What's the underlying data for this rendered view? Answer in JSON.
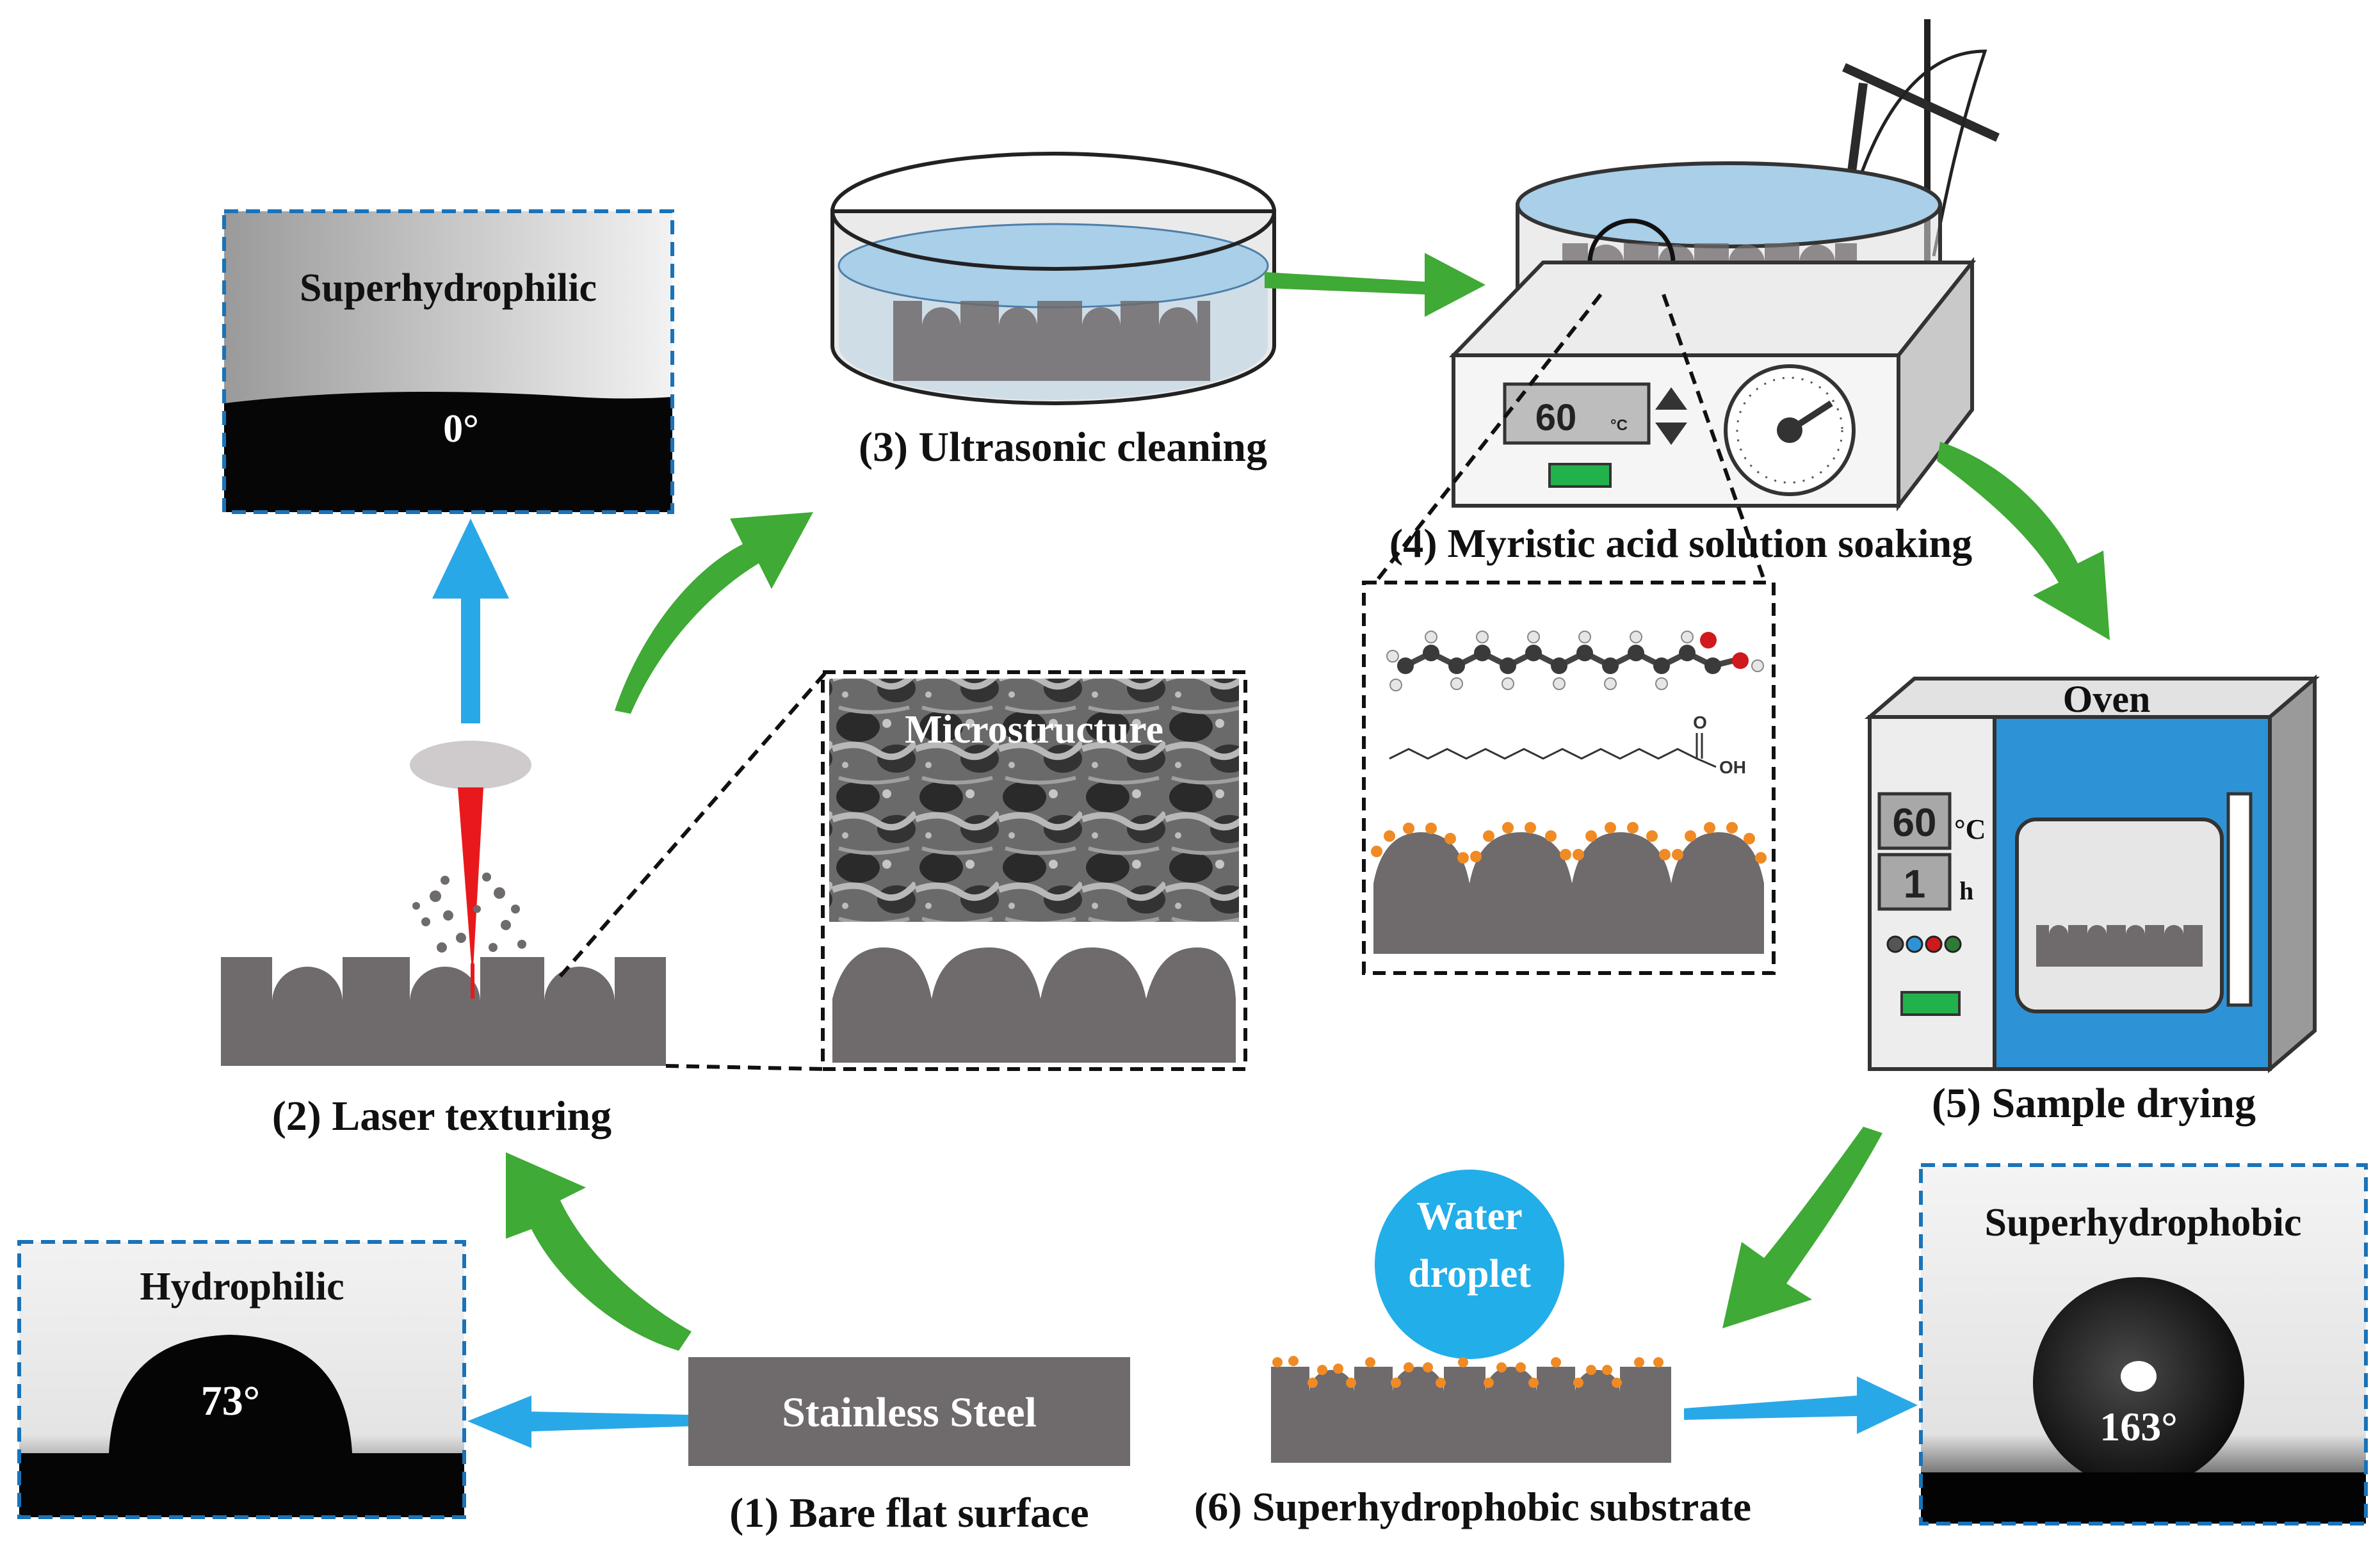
{
  "steps": {
    "s1": "(1) Bare flat surface",
    "s2": "(2) Laser texturing",
    "s3": "(3) Ultrasonic cleaning",
    "s4": "(4) Myristic acid solution soaking",
    "s5": "(5) Sample drying",
    "s6": "(6) Superhydrophobic substrate"
  },
  "labels": {
    "stainless_steel": "Stainless Steel",
    "microstructure": "Microstructure",
    "oven": "Oven",
    "water_line1": "Water",
    "water_line2": "droplet",
    "hotplate_temp": "60",
    "hotplate_unit": "°C",
    "oven_temp": "60",
    "oven_temp_unit": "°C",
    "oven_time": "1",
    "oven_time_unit": "h",
    "chem_o": "O",
    "chem_oh": "OH"
  },
  "contact_angles": {
    "hydrophilic": {
      "title": "Hydrophilic",
      "angle": "73°"
    },
    "superhydrophilic": {
      "title": "Superhydrophilic",
      "angle": "0°"
    },
    "superhydrophobic": {
      "title": "Superhydrophobic",
      "angle": "163°"
    }
  },
  "colors": {
    "substrate": "#6f6a6b",
    "arrow_green": "#3faa35",
    "arrow_blue": "#29a8e8",
    "frame_blue": "#1a73b8",
    "oven_blue": "#2e93d6",
    "coating_orange": "#f08a24",
    "laser_red": "#e8191c",
    "water": "#a9cfe9",
    "droplet": "#22aee8"
  }
}
